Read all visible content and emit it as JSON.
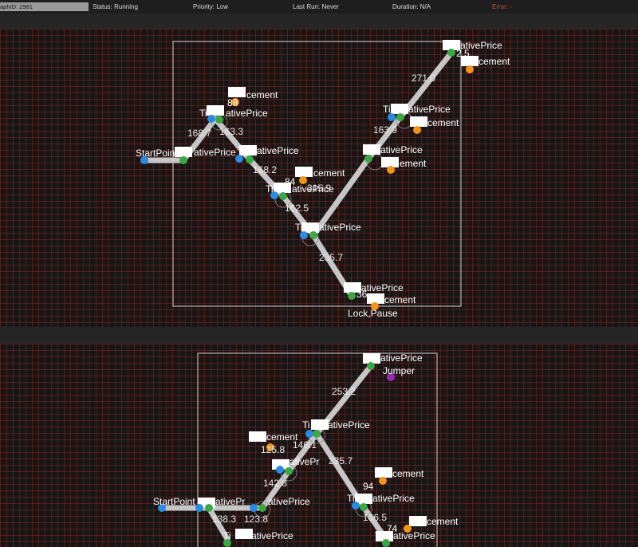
{
  "header": {
    "graph_id": "aphID: 2981",
    "status": "Status: Running",
    "priority": "Priority: Low",
    "last_run": "Last Run: Never",
    "duration": "Duration: N/A",
    "error": "Error: -"
  },
  "colors": {
    "blue": "#2b8ae2",
    "green": "#3aa845",
    "orange": "#f29418",
    "purple": "#9a2ab4",
    "error": "#e04040"
  },
  "panels": [
    {
      "labels": [
        "StartPoint",
        "ativePrice",
        "ativePrice",
        "Ti",
        "ativePrice",
        "cement",
        "88",
        "168.7",
        "163.3",
        "168.2",
        "cement",
        "84",
        "Ti",
        "ativePrice",
        "315.9",
        "162.5",
        "Ti",
        "ativePrice",
        "235.7",
        "ativePrice",
        "36",
        "cement",
        "Lock,Pause",
        "ativePrice",
        "ement",
        "Ti",
        "ativePrice",
        "cement",
        "163.9",
        "271.0",
        "ativePrice",
        "2.5",
        "cement"
      ]
    },
    {
      "labels": [
        "StartPoint",
        "ativePr",
        "138.3",
        "123.8",
        "ativePrice",
        "cement",
        "125.8",
        "146.1",
        "ativePr",
        "142.8",
        "Ti",
        "ativePrice",
        "253.2",
        "ativePrice",
        "Jumper",
        "235.7",
        "Ti",
        "ativePrice",
        "cement",
        "94",
        "136.5",
        "cement",
        "74",
        "Ti",
        "ativePrice",
        "Ti",
        "ativePrice"
      ]
    }
  ]
}
